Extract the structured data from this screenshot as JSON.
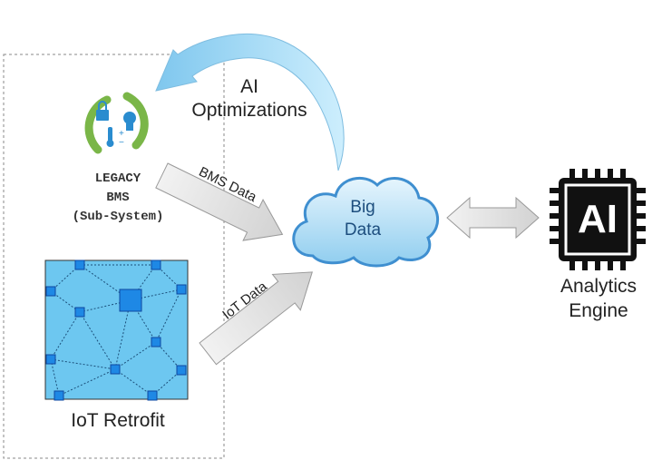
{
  "legacy_bms": {
    "line1": "LEGACY",
    "line2": "BMS",
    "line3": "(Sub-System)"
  },
  "iot": {
    "label": "IoT Retrofit"
  },
  "arrows": {
    "bms_data": "BMS Data",
    "iot_data": "IoT Data",
    "ai_optimizations_line1": "AI",
    "ai_optimizations_line2": "Optimizations"
  },
  "cloud": {
    "line1": "Big",
    "line2": "Data"
  },
  "ai_chip": {
    "text": "AI",
    "label_line1": "Analytics",
    "label_line2": "Engine"
  },
  "colors": {
    "cloud_fill": "#bfe3f7",
    "cloud_stroke": "#3f8fd0",
    "iot_fill": "#6dc7f0",
    "iot_node": "#1e88e5",
    "arrow_gray": "#dcdcdc",
    "curved_arrow": "#a8dcf5",
    "bms_green": "#7ab648",
    "bms_blue": "#2a8ccf",
    "chip_black": "#111111"
  }
}
